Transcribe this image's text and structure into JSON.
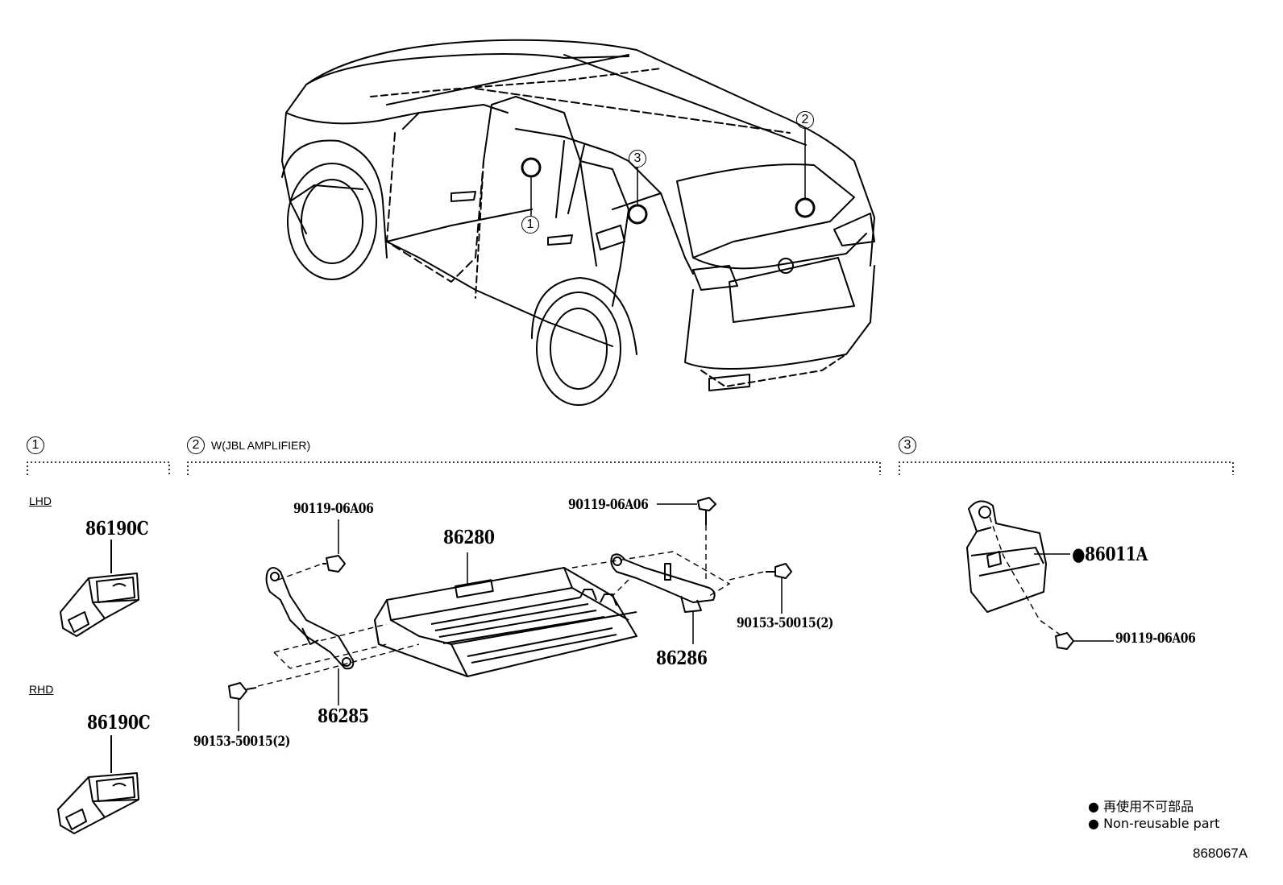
{
  "callouts": {
    "c1": "1",
    "c2": "2",
    "c3": "3"
  },
  "sections": [
    {
      "marker": "1",
      "title": ""
    },
    {
      "marker": "2",
      "title": "W(JBL AMPLIFIER)"
    },
    {
      "marker": "3",
      "title": ""
    }
  ],
  "section1": {
    "lhd_label": "LHD",
    "rhd_label": "RHD",
    "lhd_part": "86190C",
    "rhd_part": "86190C"
  },
  "section2": {
    "bolt_left_top": "90119-06A06",
    "bolt_right_top": "90119-06A06",
    "amplifier": "86280",
    "bracket_left": "86285",
    "bracket_right": "86286",
    "screw_right": "90153-50015(2)",
    "screw_left": "90153-50015(2)"
  },
  "section3": {
    "module": "86011A",
    "bolt": "90119-06A06"
  },
  "legend": {
    "jp": "再使用不可部品",
    "en": "Non-reusable part"
  },
  "figure_ref": "868067A"
}
